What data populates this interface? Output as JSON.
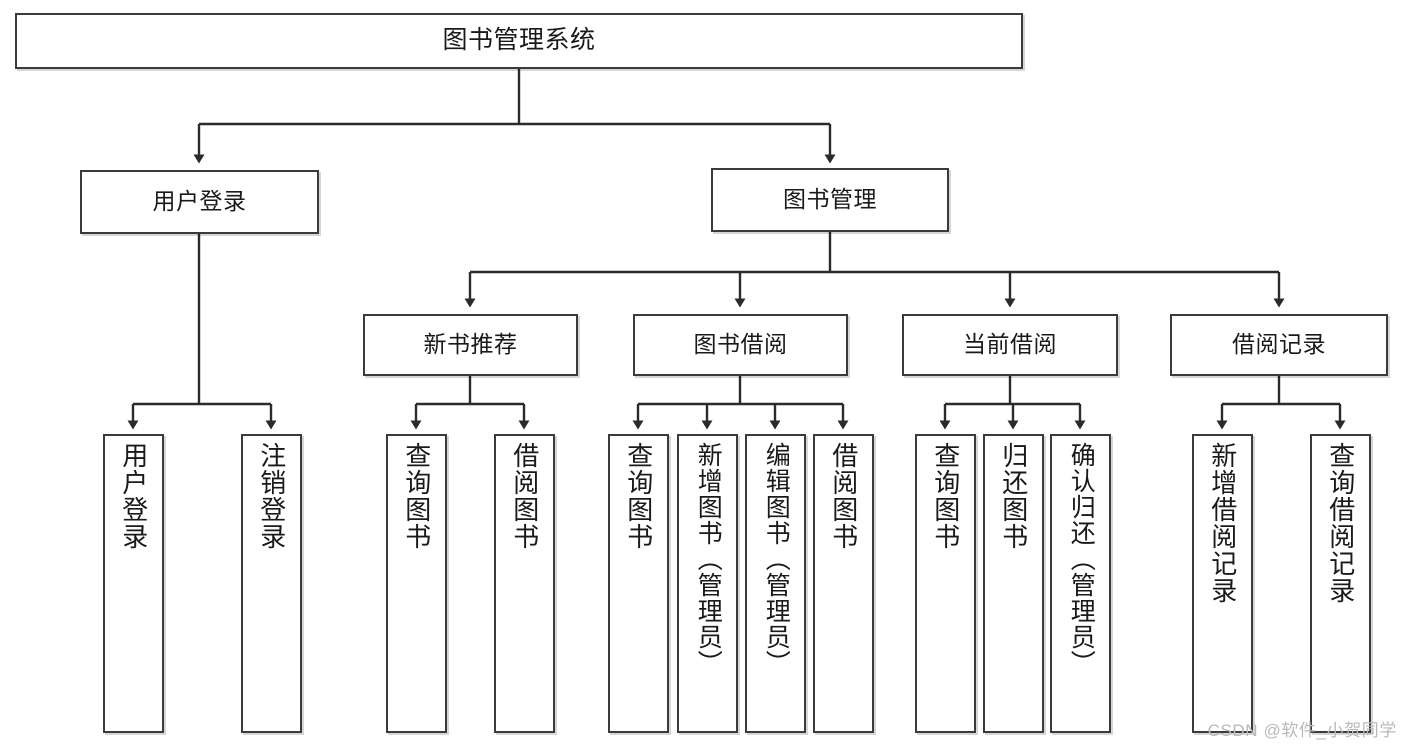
{
  "diagram": {
    "title": "图书管理系统",
    "type": "tree",
    "watermark": "CSDN @软件_小贺同学",
    "colors": {
      "node_border": "#3b3b3b",
      "node_fill": "#ffffff",
      "edge": "#2b2b2b",
      "text": "#1a1a1a",
      "watermark": "#b9b9b9"
    },
    "root": {
      "label": "图书管理系统"
    },
    "level1": [
      {
        "label": "用户登录"
      },
      {
        "label": "图书管理"
      }
    ],
    "level2": [
      {
        "label": "新书推荐"
      },
      {
        "label": "图书借阅"
      },
      {
        "label": "当前借阅"
      },
      {
        "label": "借阅记录"
      }
    ],
    "leaves": {
      "user_login": [
        {
          "label": "用户登录"
        },
        {
          "label": "注销登录"
        }
      ],
      "new_book_recommend": [
        {
          "label": "查询图书"
        },
        {
          "label": "借阅图书"
        }
      ],
      "book_borrow": [
        {
          "label": "查询图书"
        },
        {
          "label": "新增图书（管理员）"
        },
        {
          "label": "编辑图书（管理员）"
        },
        {
          "label": "借阅图书"
        }
      ],
      "current_borrow": [
        {
          "label": "查询图书"
        },
        {
          "label": "归还图书"
        },
        {
          "label": "确认归还（管理员）"
        }
      ],
      "borrow_records": [
        {
          "label": "新增借阅记录"
        },
        {
          "label": "查询借阅记录"
        }
      ]
    }
  }
}
